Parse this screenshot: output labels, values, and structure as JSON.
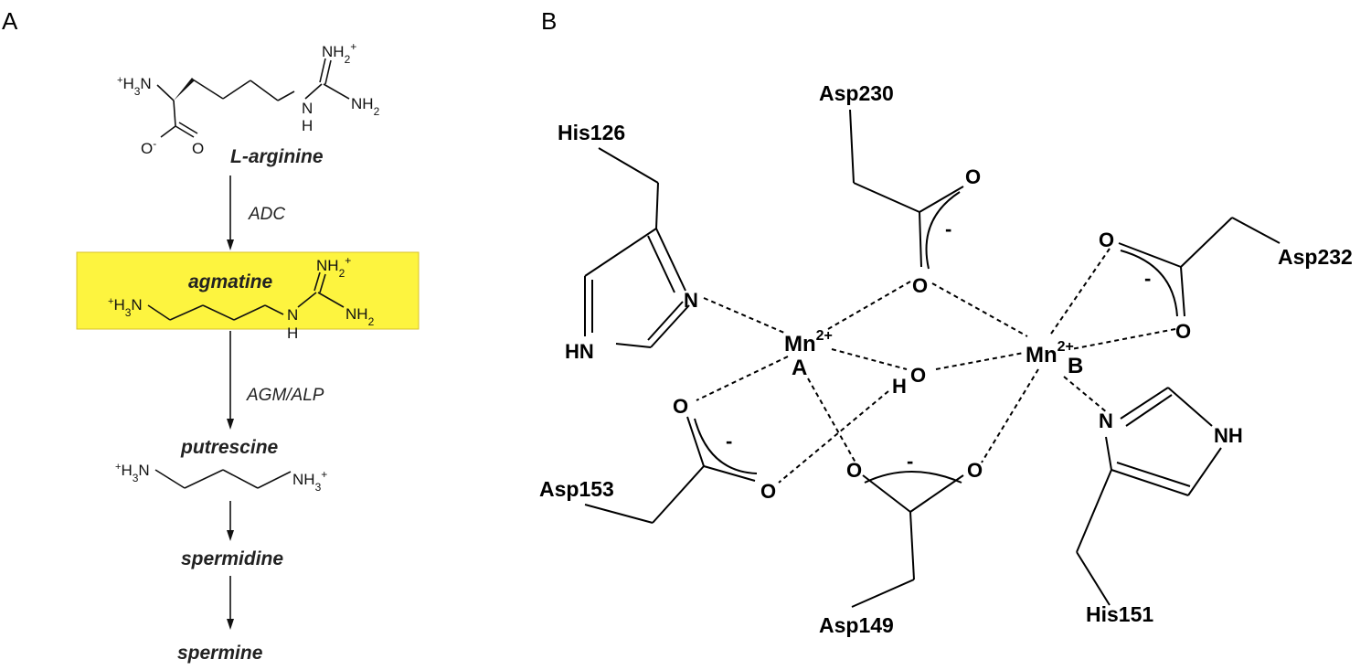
{
  "panels": {
    "a": "A",
    "b": "B"
  },
  "pathway": {
    "arginine": {
      "name": "L-arginine",
      "h3n": "+H3N",
      "nh2": "NH2",
      "nh2plus": "NH2+",
      "nh": "H",
      "o_minus": "O-",
      "o": "O"
    },
    "enzyme1": "ADC",
    "agmatine": {
      "name": "agmatine",
      "h3n": "+H3N",
      "n": "N",
      "h": "H",
      "nh2plus": "NH2+",
      "nh2": "NH2",
      "highlight": "#fdf43f"
    },
    "enzyme2": "AGM/ALP",
    "putrescine": {
      "name": "putrescine",
      "h3n": "+H3N",
      "nh3": "NH3+"
    },
    "spermidine": "spermidine",
    "spermine": "spermine"
  },
  "site": {
    "residues": {
      "his126": "His126",
      "asp230": "Asp230",
      "asp232": "Asp232",
      "asp153": "Asp153",
      "asp149": "Asp149",
      "his151": "His151"
    },
    "metals": {
      "a": {
        "symbol": "Mn",
        "charge": "2+",
        "label": "A"
      },
      "b": {
        "symbol": "Mn",
        "charge": "2+",
        "label": "B"
      }
    },
    "atoms": {
      "n": "N",
      "hn": "HN",
      "nh": "NH",
      "o": "O",
      "h": "H",
      "minus": "-"
    }
  }
}
